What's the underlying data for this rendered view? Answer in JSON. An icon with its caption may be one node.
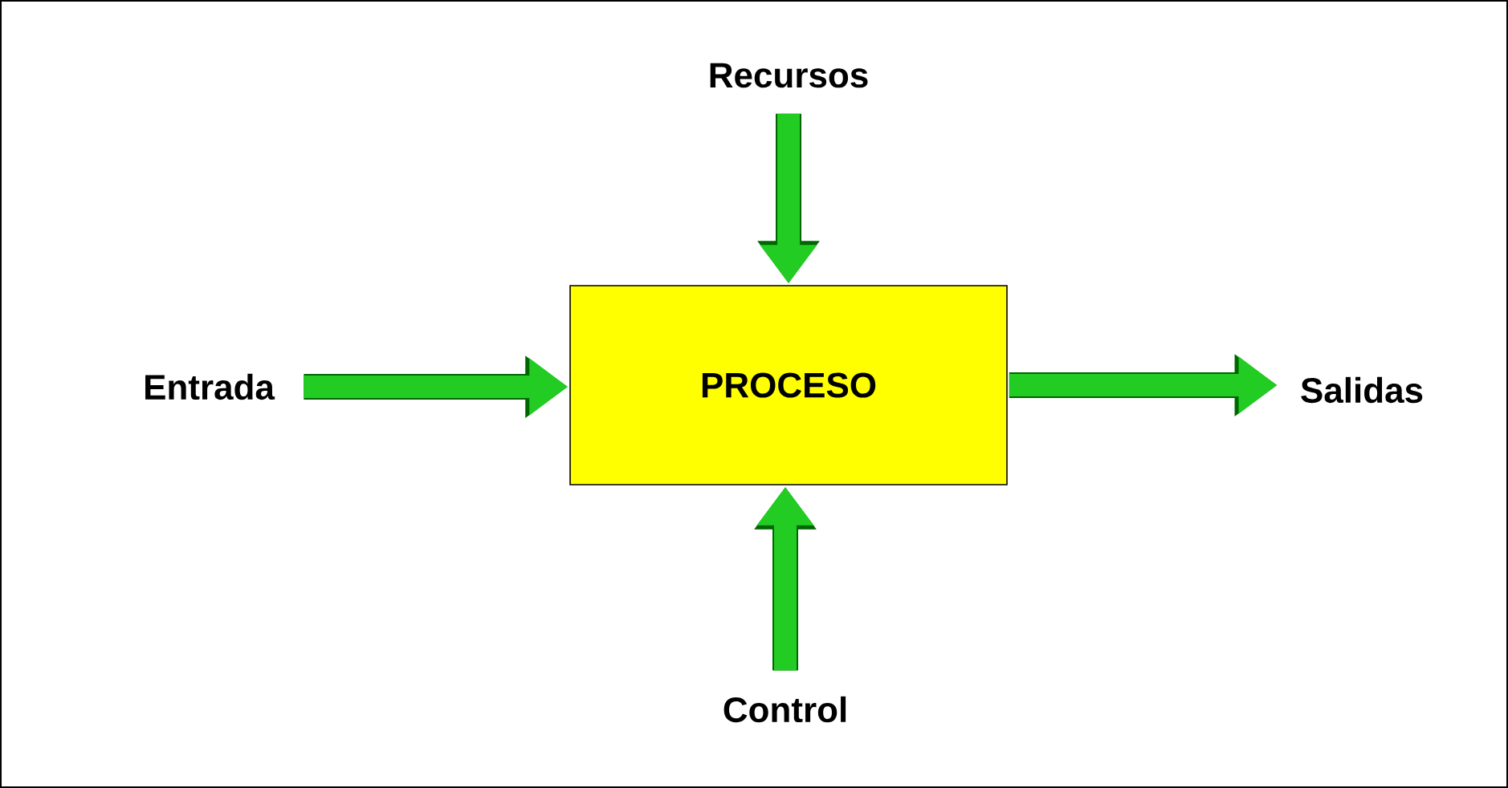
{
  "diagram": {
    "nodes": [
      {
        "text": [
          "Recursos"
        ]
      },
      {
        "text": [
          "Entrada"
        ]
      },
      {
        "text": [
          "PROCESO"
        ]
      },
      {
        "text": [
          "Salidas"
        ]
      },
      {
        "text": [
          "Control"
        ]
      }
    ],
    "edges": [
      {
        "from": 0,
        "to": 2,
        "arrow": "to"
      },
      {
        "from": 1,
        "to": 2,
        "arrow": "to"
      },
      {
        "from": 2,
        "to": 3,
        "arrow": "to"
      },
      {
        "from": 4,
        "to": 2,
        "arrow": "to"
      }
    ]
  }
}
